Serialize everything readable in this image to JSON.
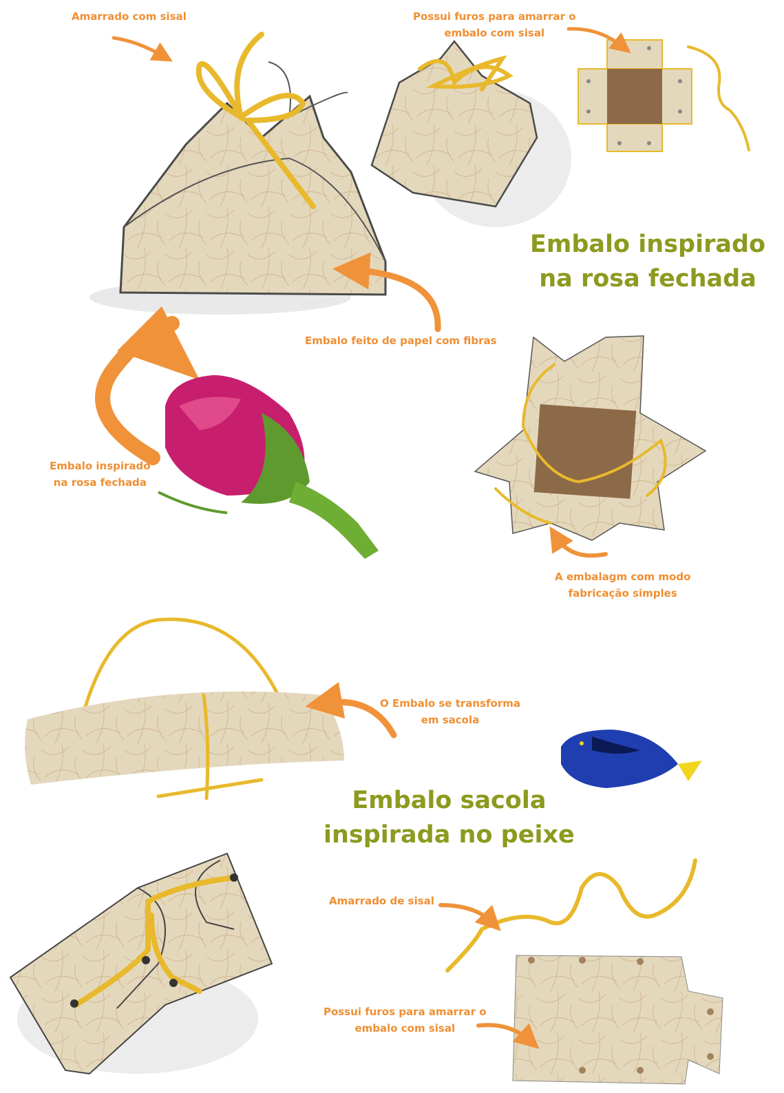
{
  "labels": {
    "amarrado_com_sisal": "Amarrado com sisal",
    "furos_top_line1": "Possui furos para amarrar o",
    "furos_top_line2": "embalo com sisal",
    "papel_fibras": "Embalo feito de papel com fibras",
    "rosa_small_line1": "Embalo inspirado",
    "rosa_small_line2": "na rosa fechada",
    "fabricacao_line1": "A embalagm com modo",
    "fabricacao_line2": "fabricação simples",
    "transforma_line1": "O Embalo se transforma",
    "transforma_line2": "em sacola",
    "amarrado_de_sisal": "Amarrado de sisal",
    "furos_bottom_line1": "Possui furos para amarrar o",
    "furos_bottom_line2": "embalo com sisal"
  },
  "titles": {
    "rosa_line1": "Embalo inspirado",
    "rosa_line2": "na rosa fechada",
    "peixe_line1": "Embalo sacola",
    "peixe_line2": "inspirada no peixe"
  },
  "colors": {
    "label_orange": "#ef8f33",
    "title_olive": "#8c9a1f",
    "arrow_orange": "#f0923a",
    "sisal_yellow": "#e8b92c",
    "paper": "#e2d5b8",
    "cardboard": "#8c6a48",
    "rose_pink": "#c81e6e",
    "fish_blue": "#1f3fb0"
  },
  "icons": [
    "arrow-icon",
    "rose-image",
    "fish-image",
    "package-illustration"
  ]
}
